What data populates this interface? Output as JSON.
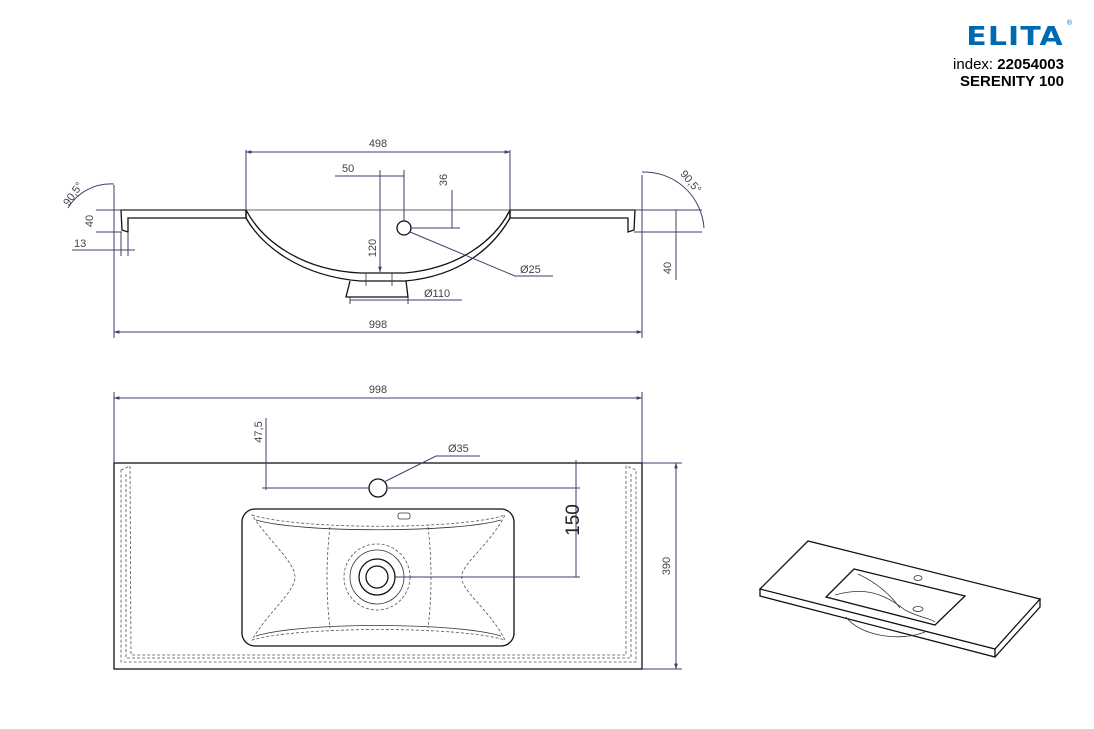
{
  "brand": {
    "logo": "ELITA",
    "registered_mark": "®",
    "index_label": "index:",
    "index_value": "22054003",
    "model": "SERENITY 100"
  },
  "section_view": {
    "overall_width": "998",
    "bowl_width": "498",
    "tap_offset": "50",
    "tap_height": "36",
    "bowl_depth": "120",
    "tap_hole": "Ø25",
    "drain": "Ø110",
    "rim_height_left": "40",
    "rim_height_right": "40",
    "edge_inset": "13",
    "angle_left": "90,5°",
    "angle_right": "90,5°"
  },
  "plan_view": {
    "overall_width": "998",
    "overall_depth": "390",
    "tap_from_back": "47,5",
    "tap_hole": "Ø35",
    "drain_from_tap": "150"
  },
  "colors": {
    "brand_blue": "#0069b4",
    "dimension_line": "#4a3a6e"
  }
}
